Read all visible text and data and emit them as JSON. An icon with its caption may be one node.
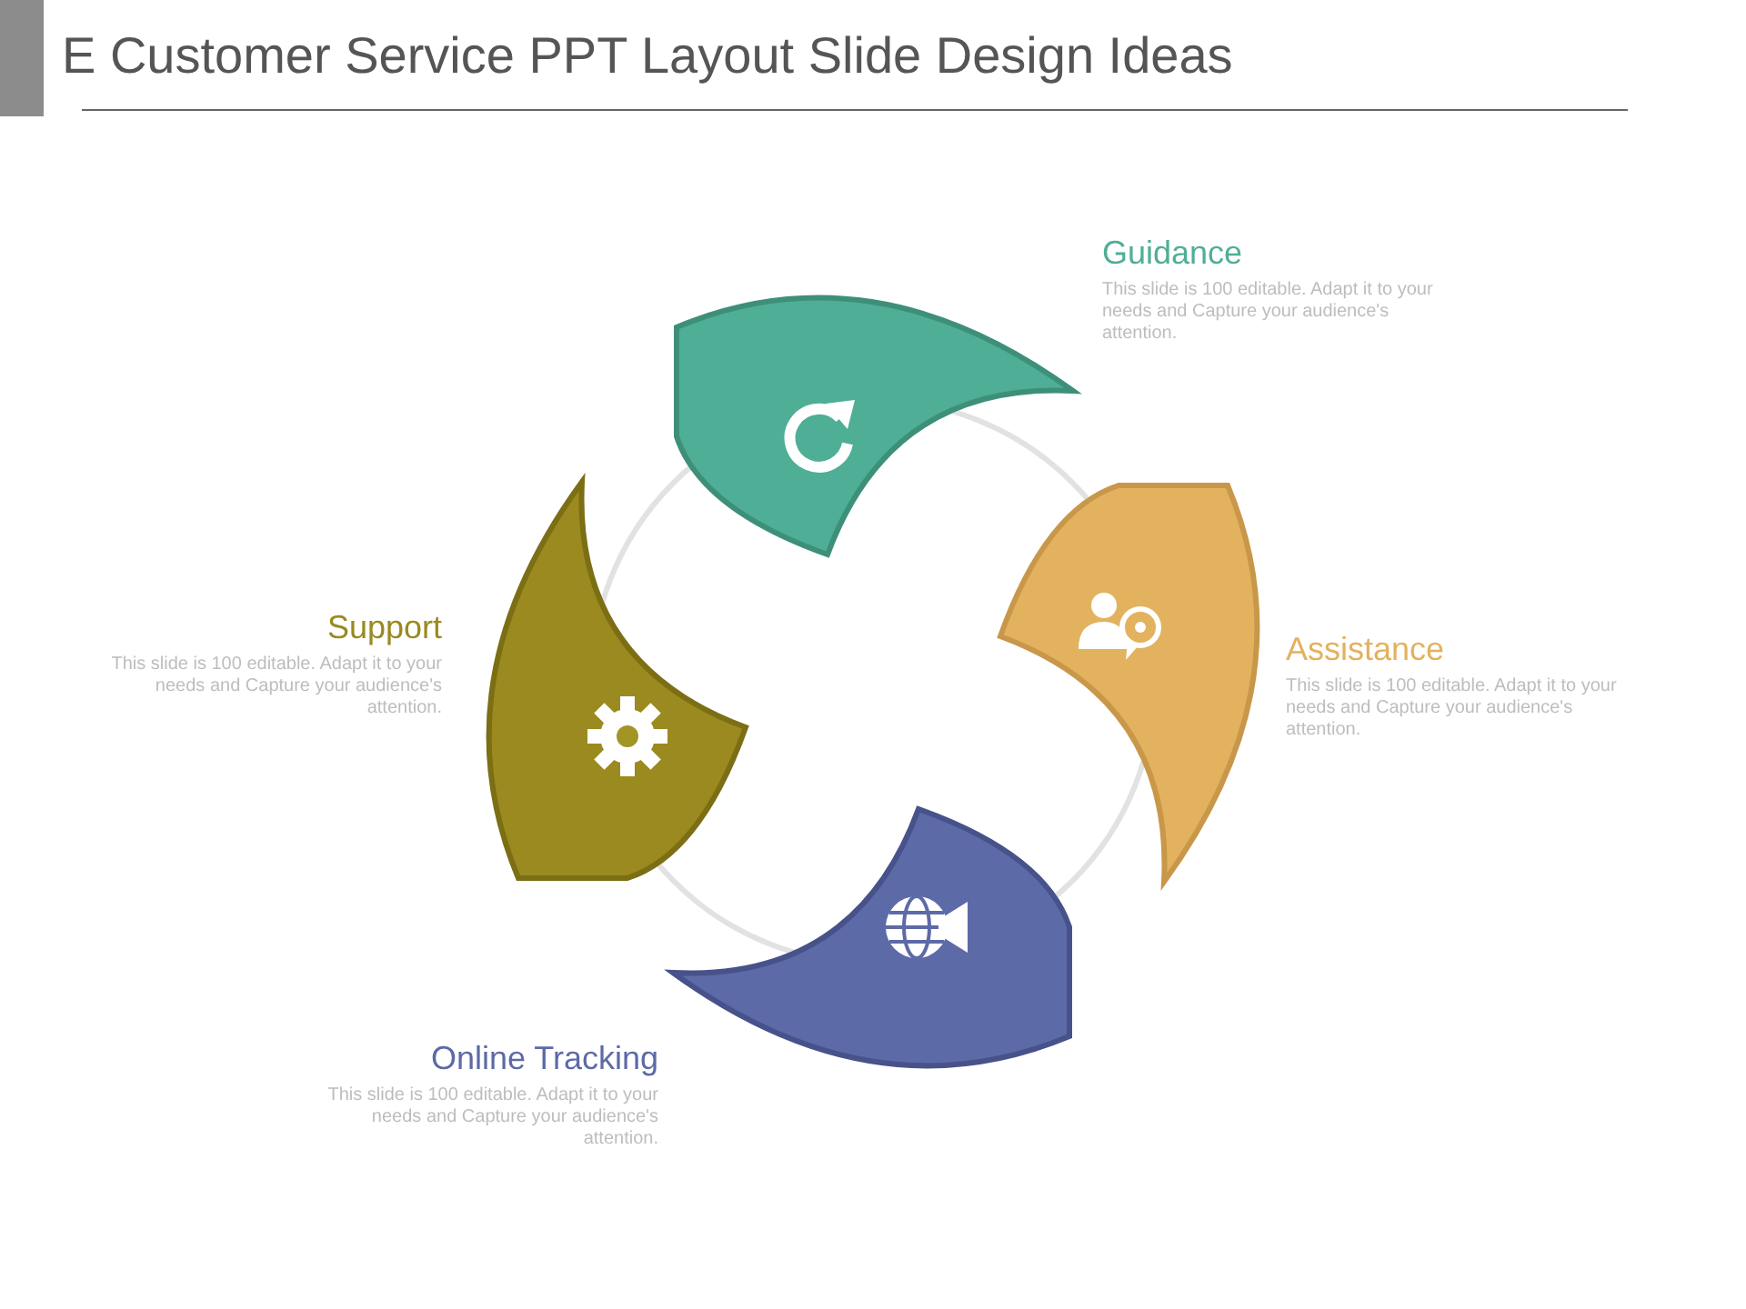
{
  "diagram": {
    "title": "E Customer Service PPT Layout Slide Design Ideas",
    "nodes": [
      {
        "text": [
          "Guidance",
          "This slide is 100 editable. Adapt it to your needs and Capture your audience's attention."
        ]
      },
      {
        "text": [
          "Support",
          "This slide is 100 editable. Adapt it to your needs and Capture your audience's attention."
        ]
      },
      {
        "text": [
          "Assistance",
          "This slide is 100 editable. Adapt it to your needs and Capture your audience's attention."
        ]
      },
      {
        "text": [
          "Online Tracking",
          "This slide is 100 editable. Adapt it to your needs and Capture your audience's attention."
        ]
      }
    ],
    "edges": []
  }
}
